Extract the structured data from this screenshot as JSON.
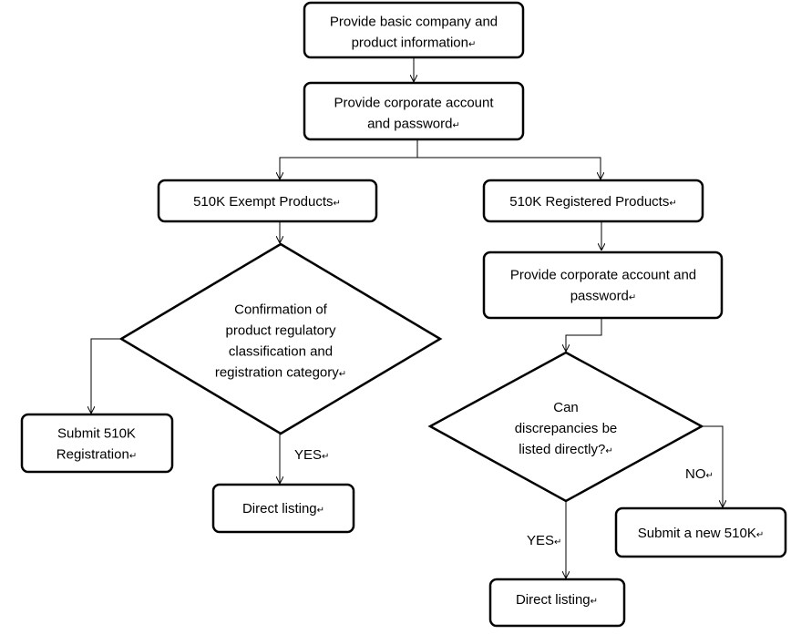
{
  "return_mark": "↵",
  "nodes": {
    "basic_info": {
      "lines": [
        "Provide basic company and",
        "product information"
      ]
    },
    "corporate_account_1": {
      "lines": [
        "Provide corporate account",
        "and password"
      ]
    },
    "exempt_products": {
      "lines": [
        "510K Exempt Products"
      ]
    },
    "registered_products": {
      "lines": [
        "510K Registered Products"
      ]
    },
    "corporate_account_2": {
      "lines": [
        "Provide corporate account and",
        "password"
      ]
    },
    "confirmation": {
      "lines": [
        "Confirmation of",
        "product regulatory",
        "classification and",
        "registration category"
      ]
    },
    "discrepancies": {
      "lines": [
        "Can",
        "discrepancies be",
        "listed directly?"
      ]
    },
    "submit_510k_registration": {
      "lines": [
        "Submit 510K",
        "Registration"
      ]
    },
    "direct_listing_1": {
      "lines": [
        "Direct listing"
      ]
    },
    "submit_new_510k": {
      "lines": [
        "Submit a new 510K"
      ]
    },
    "direct_listing_2": {
      "lines": [
        "Direct listing"
      ]
    }
  },
  "edge_labels": {
    "yes_left": "YES",
    "yes_right": "YES",
    "no_right": "NO"
  }
}
